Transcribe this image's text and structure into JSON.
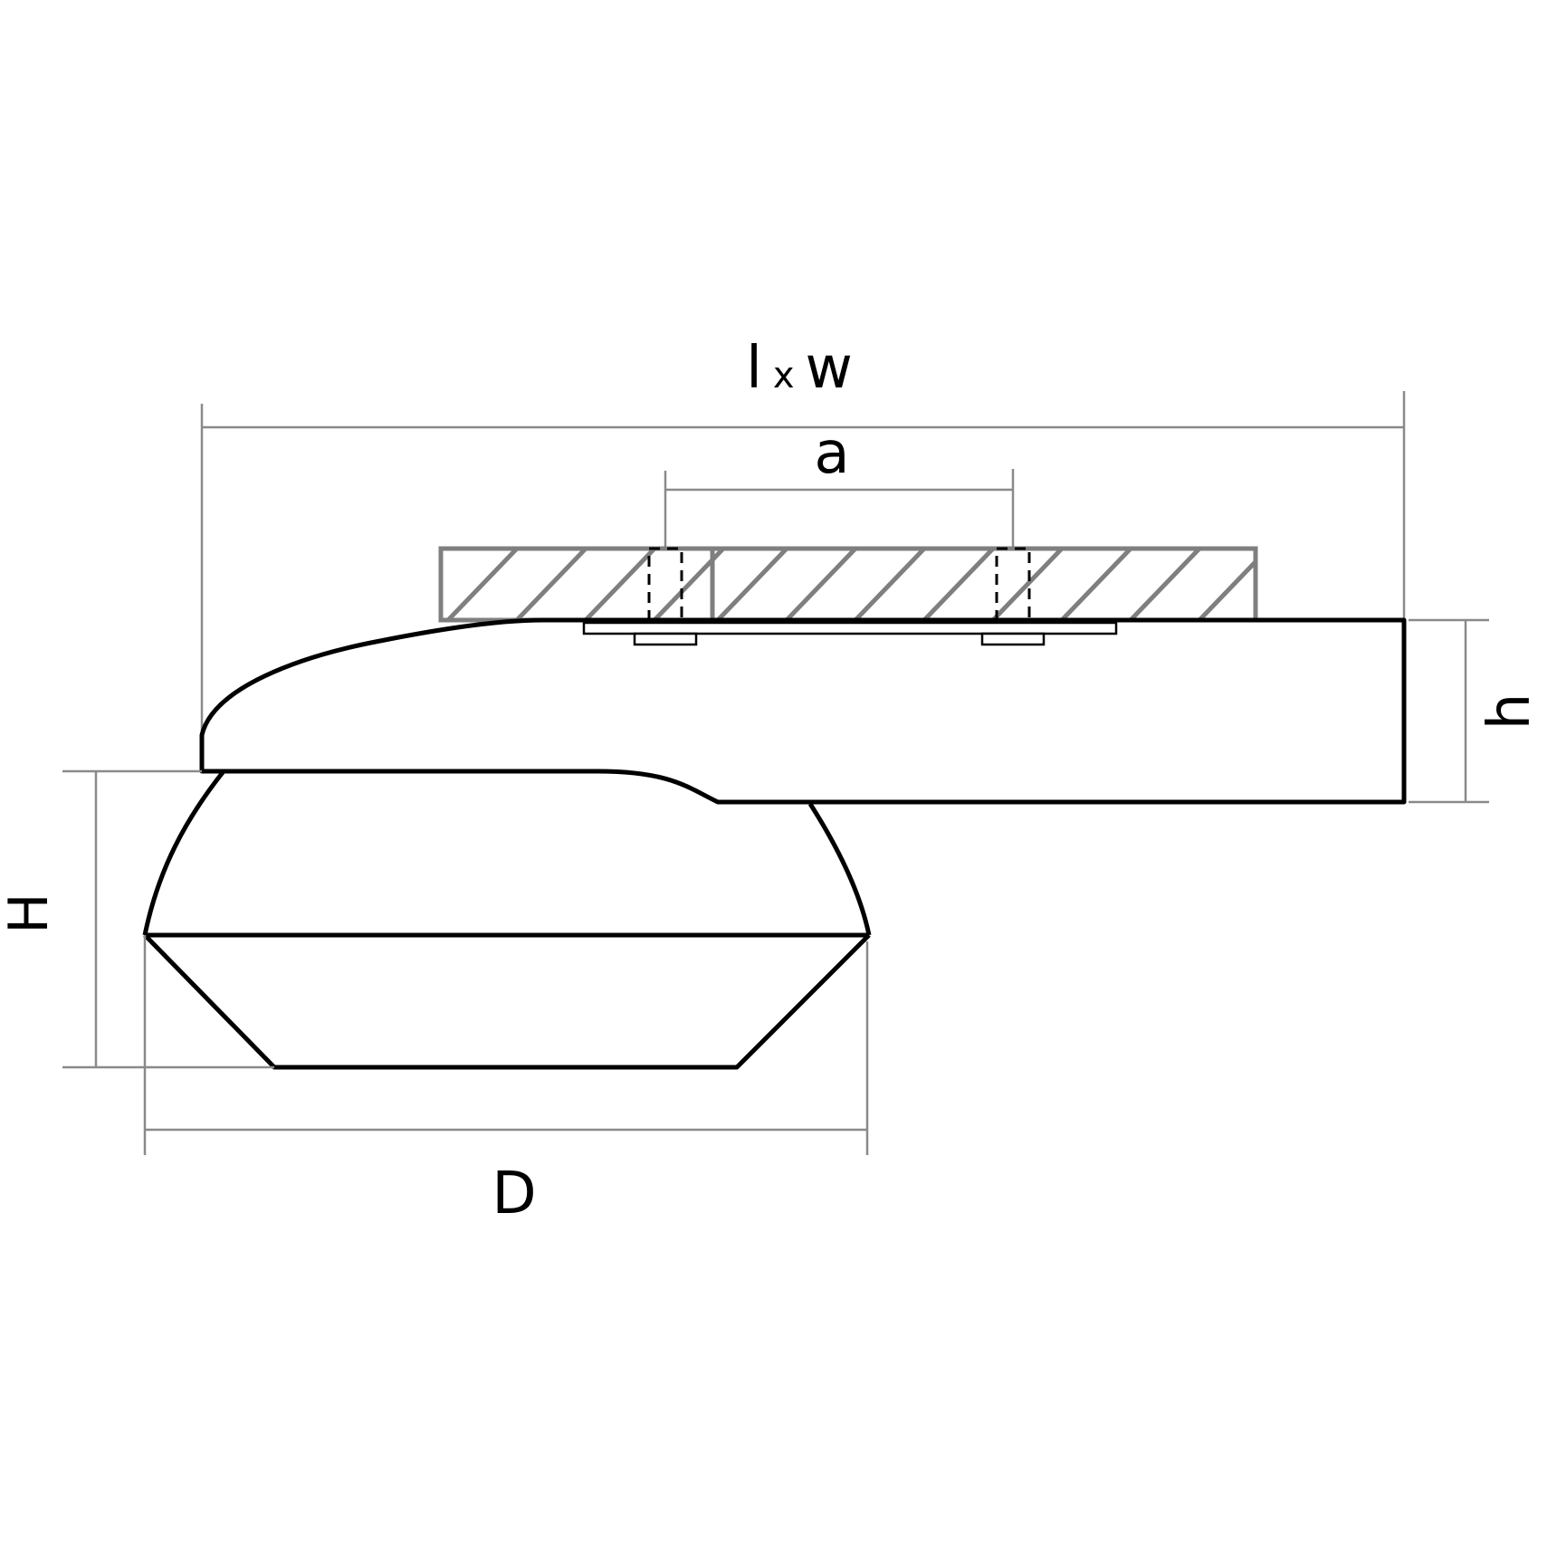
{
  "diagram": {
    "type": "technical-dimension-drawing",
    "subject": "ceiling lamp side view",
    "labels": {
      "overall": {
        "l": "l",
        "x": "x",
        "w": "w"
      },
      "mount_spacing": "a",
      "body_height": "h",
      "total_height": "H",
      "diameter": "D"
    },
    "colors": {
      "outline": "#000000",
      "dimension_line": "#8a8a8a",
      "ceiling_hatch": "#7f7f7f",
      "background": "#ffffff"
    }
  }
}
